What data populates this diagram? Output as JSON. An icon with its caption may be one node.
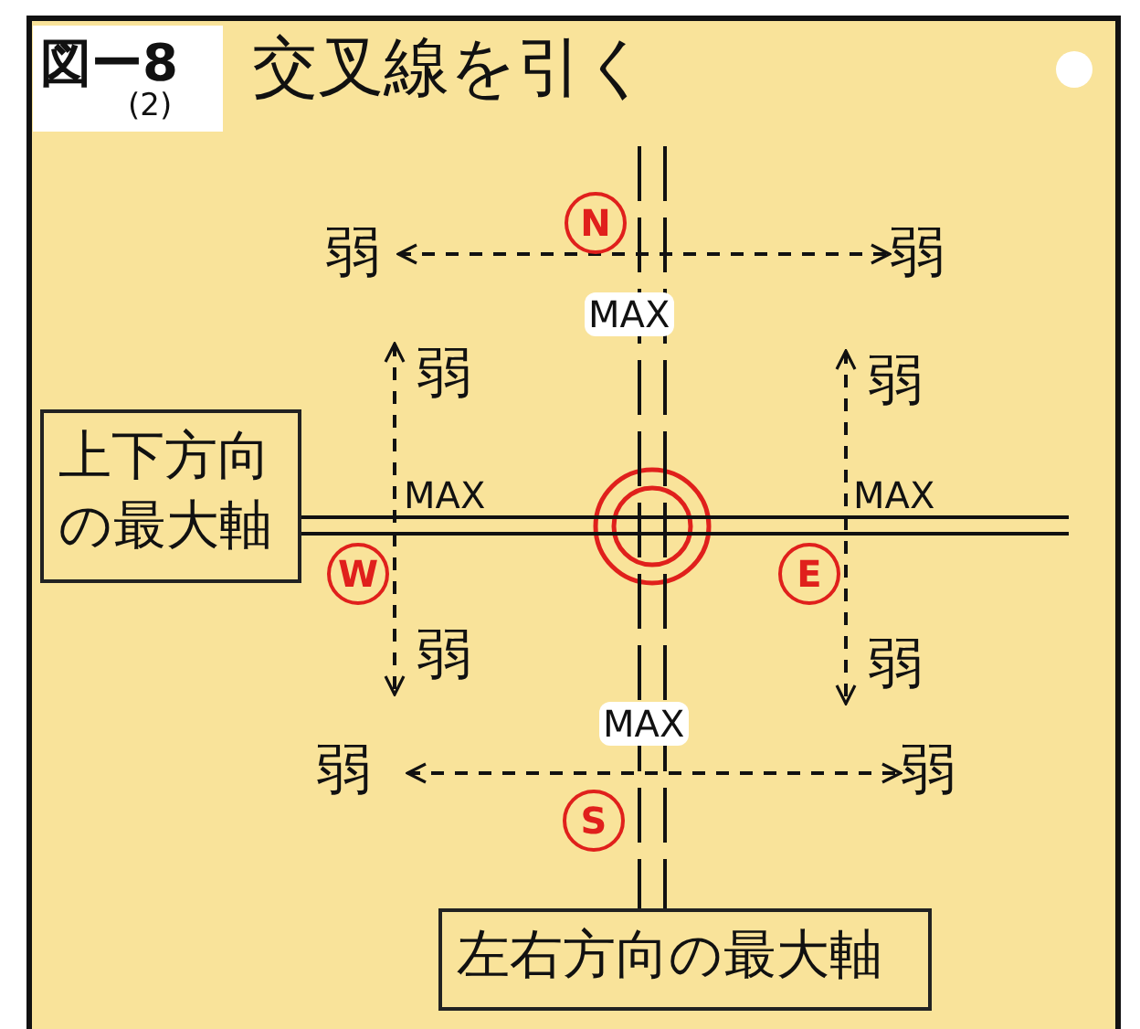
{
  "diagram": {
    "title": "交叉線を引く",
    "nodes": [
      {
        "text": [
          "N"
        ]
      },
      {
        "text": [
          "弱"
        ]
      },
      {
        "text": [
          "弱"
        ]
      },
      {
        "text": [
          "弱"
        ]
      },
      {
        "text": [
          "弱"
        ]
      },
      {
        "text": [
          "上下方向の最大軸"
        ]
      },
      {
        "text": [
          "W"
        ]
      },
      {
        "text": [
          "E"
        ]
      },
      {
        "text": [
          "弱"
        ]
      },
      {
        "text": [
          "弱"
        ]
      },
      {
        "text": [
          "弱"
        ]
      },
      {
        "text": [
          "弱"
        ]
      },
      {
        "text": [
          "S"
        ]
      },
      {
        "text": [
          "左右方向の最大軸"
        ]
      }
    ],
    "edges": [
      {
        "from": 1,
        "to": 2,
        "arrow": "both",
        "style": "dashed"
      },
      {
        "from": 3,
        "to": 8,
        "arrow": "both",
        "style": "dashed"
      },
      {
        "from": 4,
        "to": 9,
        "arrow": "both",
        "style": "dashed"
      },
      {
        "from": 10,
        "to": 11,
        "arrow": "both",
        "style": "dashed"
      },
      {
        "from": 5,
        "to": null,
        "arrow": "none"
      },
      {
        "from": null,
        "to": 13,
        "arrow": "none",
        "style": "dashed"
      }
    ],
    "labels": [
      "図ー8",
      "(2)",
      "MAX",
      "MAX",
      "MAX",
      "MAX"
    ]
  }
}
